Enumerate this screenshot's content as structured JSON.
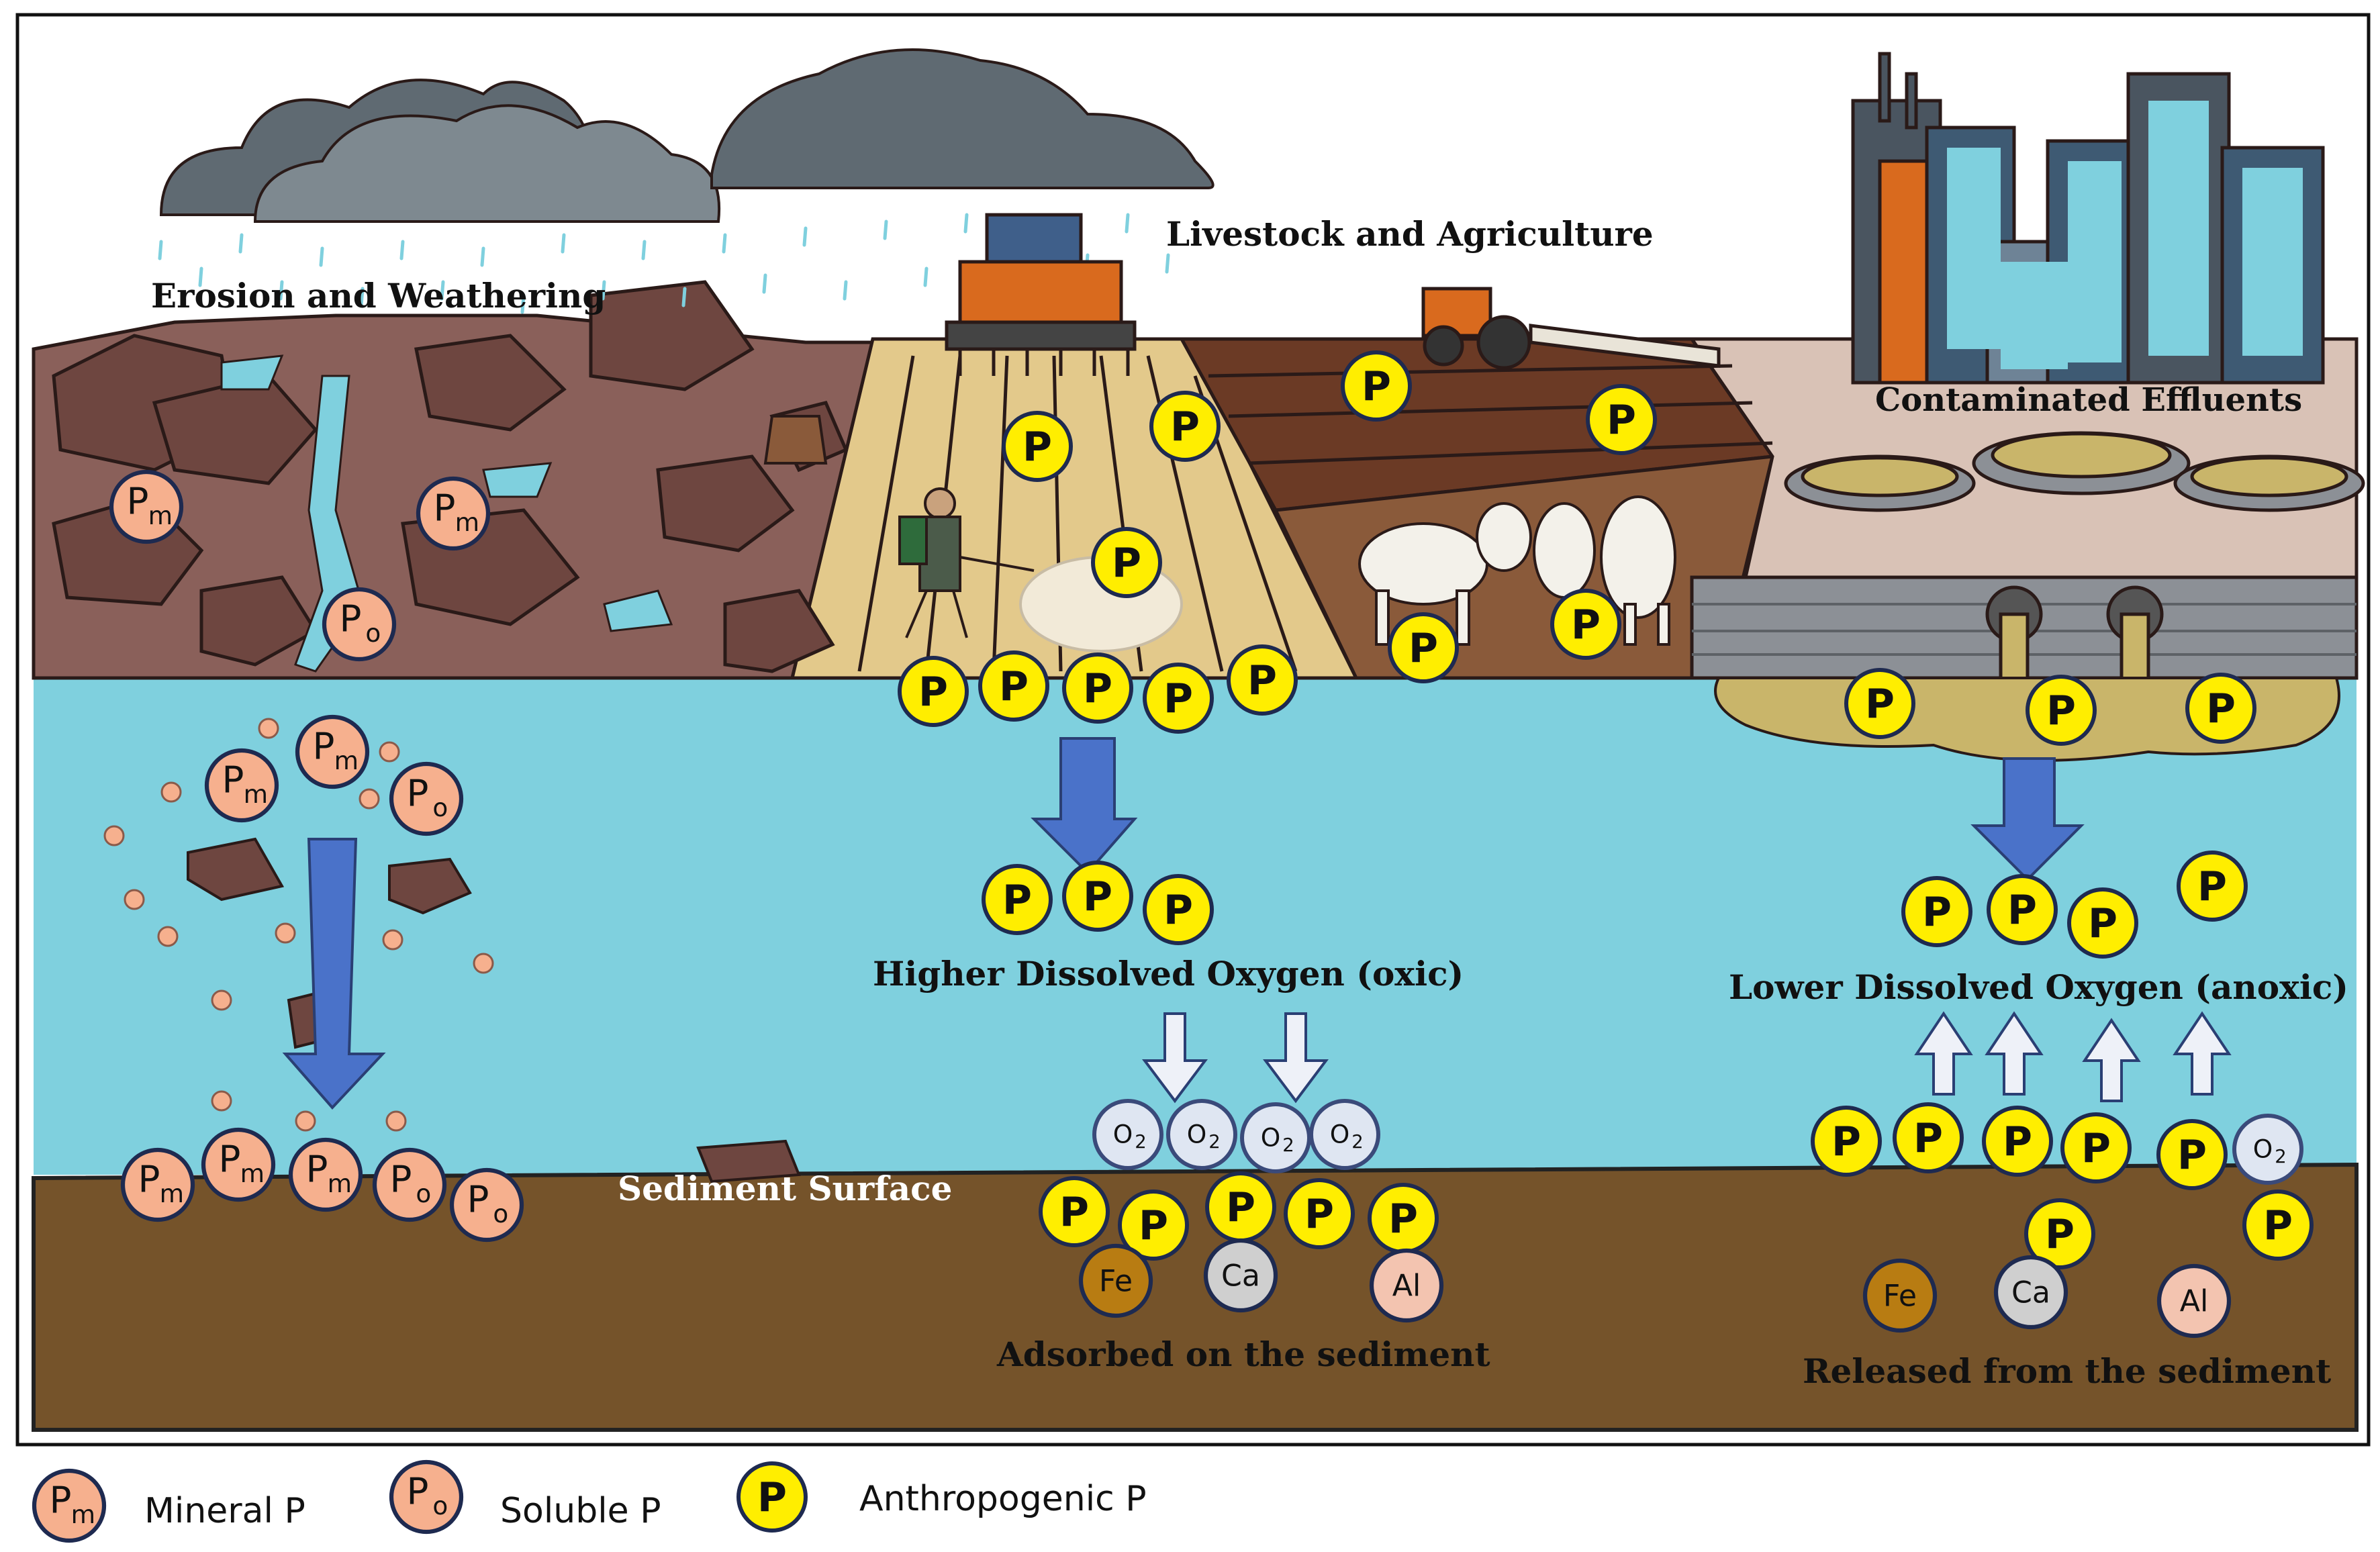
{
  "labels": {
    "erosion": "Erosion and Weathering",
    "livestock": "Livestock and Agriculture",
    "effluents": "Contaminated Effluents",
    "oxic": "Higher Dissolved Oxygen (oxic)",
    "anoxic": "Lower Dissolved Oxygen (anoxic)",
    "sediment_surface": "Sediment Surface",
    "adsorbed": "Adsorbed on the sediment",
    "released": "Released from the sediment"
  },
  "symbols": {
    "p": "P",
    "m": "m",
    "o": "o",
    "o2": "O",
    "o2_sub": "2",
    "fe": "Fe",
    "ca": "Ca",
    "al": "Al"
  },
  "legend": {
    "mineral": "Mineral P",
    "soluble": "Soluble P",
    "anthropogenic": "Anthropogenic P"
  },
  "colors": {
    "sky": "#ffffff",
    "water": "#7fd0de",
    "sediment": "#75532a",
    "rock": "#6e4640",
    "field": "#e3c98b",
    "anthropogenic_p": "#ffee00",
    "mineral_p": "#f6b08e",
    "o2": "#dfe6f2",
    "fe": "#b87c12",
    "ca": "#cfcfcf",
    "al": "#f3c4b0",
    "arrow": "#4a72c9",
    "effluent": "#c9b56a",
    "building": "#4a5560",
    "cloud": "#5f6a72"
  }
}
